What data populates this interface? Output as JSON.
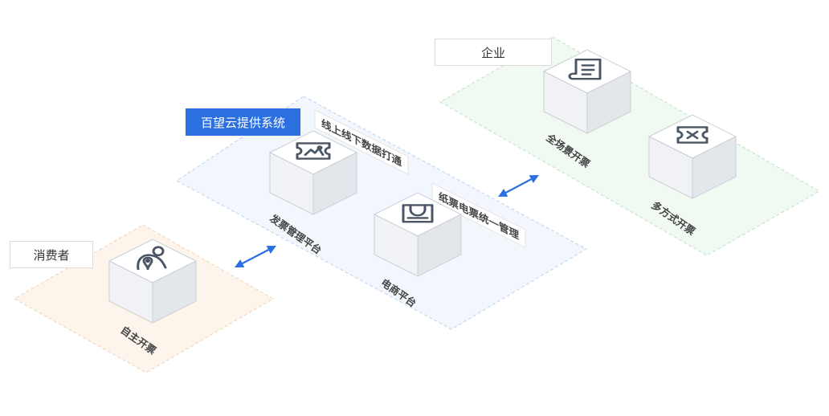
{
  "colors": {
    "accent": "#2b6fe0",
    "consumer_zone_fill": "#fdf4ec",
    "consumer_zone_border": "#f1d9c2",
    "system_zone_fill": "#f2f7fd",
    "system_zone_border": "#c4d9ef",
    "enterprise_zone_fill": "#f0f9f2",
    "enterprise_zone_border": "#c6e6cd",
    "icon_stroke": "#4a5565",
    "label_text": "#444444"
  },
  "zones": {
    "consumer": {
      "title": "消费者"
    },
    "system": {
      "title": "百望云提供系统"
    },
    "enterprise": {
      "title": "企业"
    }
  },
  "nodes": {
    "self_invoicing": {
      "label": "自主开票",
      "icon": "user-location-icon"
    },
    "invoice_platform": {
      "label": "发票管理平台",
      "icon": "invoice-ticket-icon"
    },
    "ecommerce_platform": {
      "label": "电商平台",
      "icon": "shopping-bag-icon"
    },
    "full_scenario": {
      "label": "全场景开票",
      "icon": "receipt-scroll-icon"
    },
    "multi_method": {
      "label": "多方式开票",
      "icon": "ticket-cross-icon"
    }
  },
  "callouts": {
    "online_offline": "线上线下数据打通",
    "paper_electronic": "纸票电票统一管理"
  }
}
